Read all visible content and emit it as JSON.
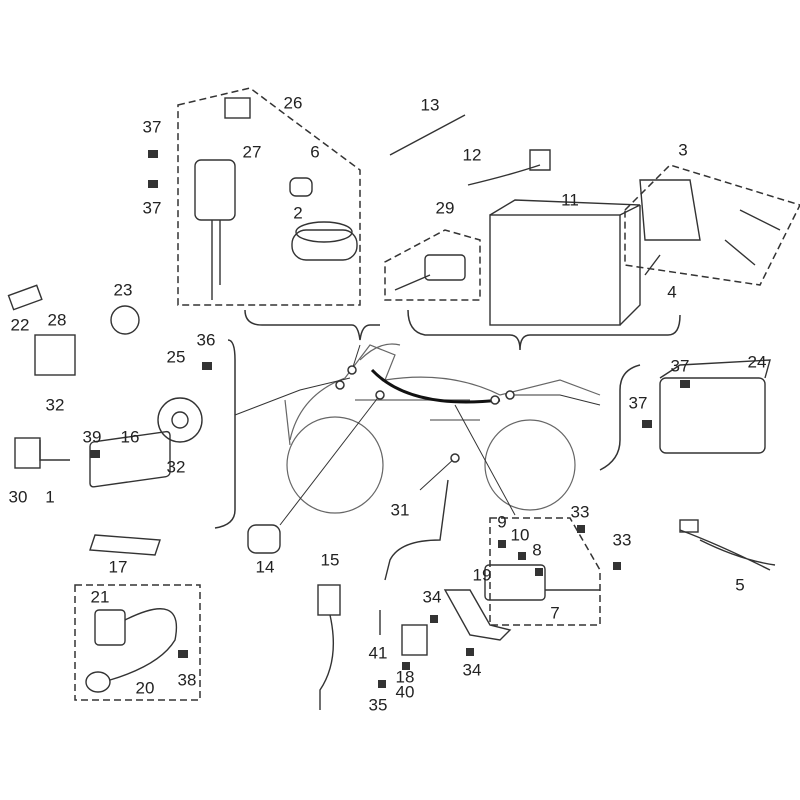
{
  "diagram": {
    "type": "exploded parts diagram - electrical system",
    "labels": [
      "26",
      "37",
      "27",
      "6",
      "37",
      "2",
      "13",
      "12",
      "11",
      "29",
      "3",
      "4",
      "22",
      "28",
      "23",
      "25",
      "36",
      "37",
      "24",
      "37",
      "32",
      "39",
      "16",
      "32",
      "30",
      "1",
      "17",
      "14",
      "31",
      "9",
      "10",
      "8",
      "33",
      "33",
      "5",
      "15",
      "19",
      "34",
      "7",
      "21",
      "20",
      "38",
      "41",
      "34",
      "18",
      "40",
      "35"
    ]
  }
}
